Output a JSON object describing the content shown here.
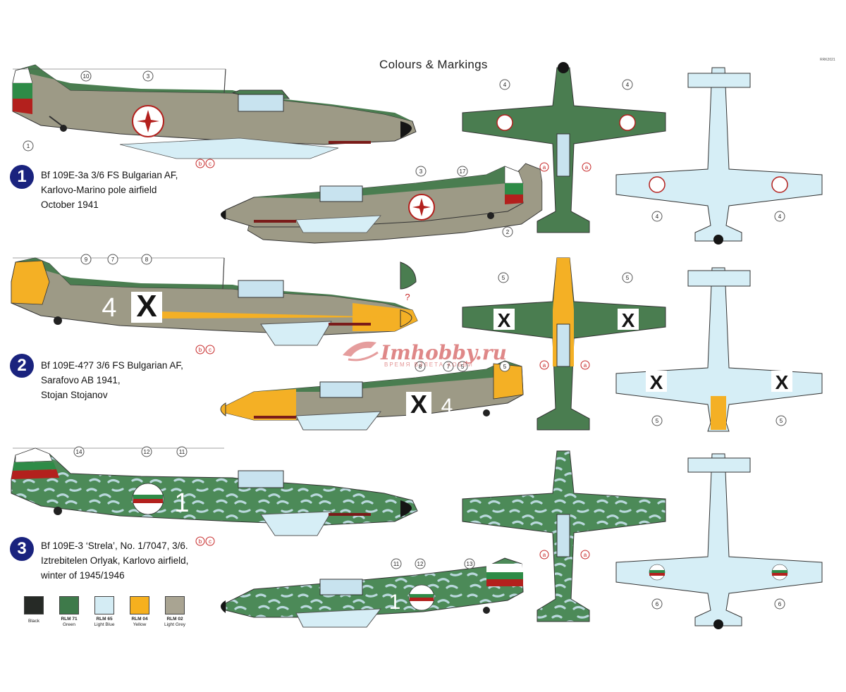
{
  "header": {
    "title": "Colours & Markings",
    "code": "RRK2021"
  },
  "watermark": {
    "brand": "Imhobby.ru",
    "tagline": "ВРЕМЯ ВЗЛЕТА ХОББИ"
  },
  "schemes": [
    {
      "number": "1",
      "lines": [
        "Bf 109E-3a 3/6 FS Bulgarian AF,",
        "Karlovo-Marino pole airfield",
        "October 1941"
      ]
    },
    {
      "number": "2",
      "lines": [
        "Bf 109E-4?7 3/6 FS Bulgarian AF,",
        "Sarafovo AB 1941,",
        "Stojan Stojanov"
      ]
    },
    {
      "number": "3",
      "lines": [
        "Bf 109E-3 ‘Strela’, No. 1/7047, 3/6.",
        "Iztrebitelen Orlyak, Karlovo airfield,",
        "winter of 1945/1946"
      ]
    }
  ],
  "callouts": {
    "s1_left": [
      "10",
      "3",
      "1",
      "b",
      "c"
    ],
    "s1_right": [
      "3",
      "17",
      "2"
    ],
    "s1_top": [
      "4",
      "4",
      "a",
      "a"
    ],
    "s1_bottom": [
      "4",
      "4"
    ],
    "s2_left": [
      "9",
      "7",
      "8",
      "b",
      "c"
    ],
    "s2_right": [
      "8",
      "5",
      "7",
      "5"
    ],
    "s2_top": [
      "5",
      "5",
      "a",
      "a"
    ],
    "s2_bottom": [
      "5",
      "5"
    ],
    "s3_left": [
      "14",
      "12",
      "11",
      "b",
      "c"
    ],
    "s3_right": [
      "11",
      "12",
      "13"
    ],
    "s3_top": [
      "a",
      "a"
    ],
    "s3_bottom": [
      "6",
      "6"
    ]
  },
  "markings": {
    "s2_fuselage_number": "4",
    "s2_cross": "X",
    "s2_question": "?",
    "s3_fuselage_number": "1"
  },
  "palette": [
    {
      "code": "",
      "name": "Black",
      "color": "#262a26"
    },
    {
      "code": "RLM 71",
      "name": "Green",
      "color": "#3e7a4a"
    },
    {
      "code": "RLM 65",
      "name": "Light Blue",
      "color": "#d4ecf4"
    },
    {
      "code": "RLM 04",
      "name": "Yellow",
      "color": "#f6b01e"
    },
    {
      "code": "RLM 02",
      "name": "Light Grey",
      "color": "#a9a492"
    }
  ],
  "colors": {
    "green": "#4a7d50",
    "grey": "#9d9a86",
    "light_blue": "#d6eef6",
    "yellow": "#f4b025",
    "black": "#151515",
    "red_marking": "#b3201d",
    "bulgarian_green": "#2e8b47",
    "brand_navy": "#1a237e"
  }
}
